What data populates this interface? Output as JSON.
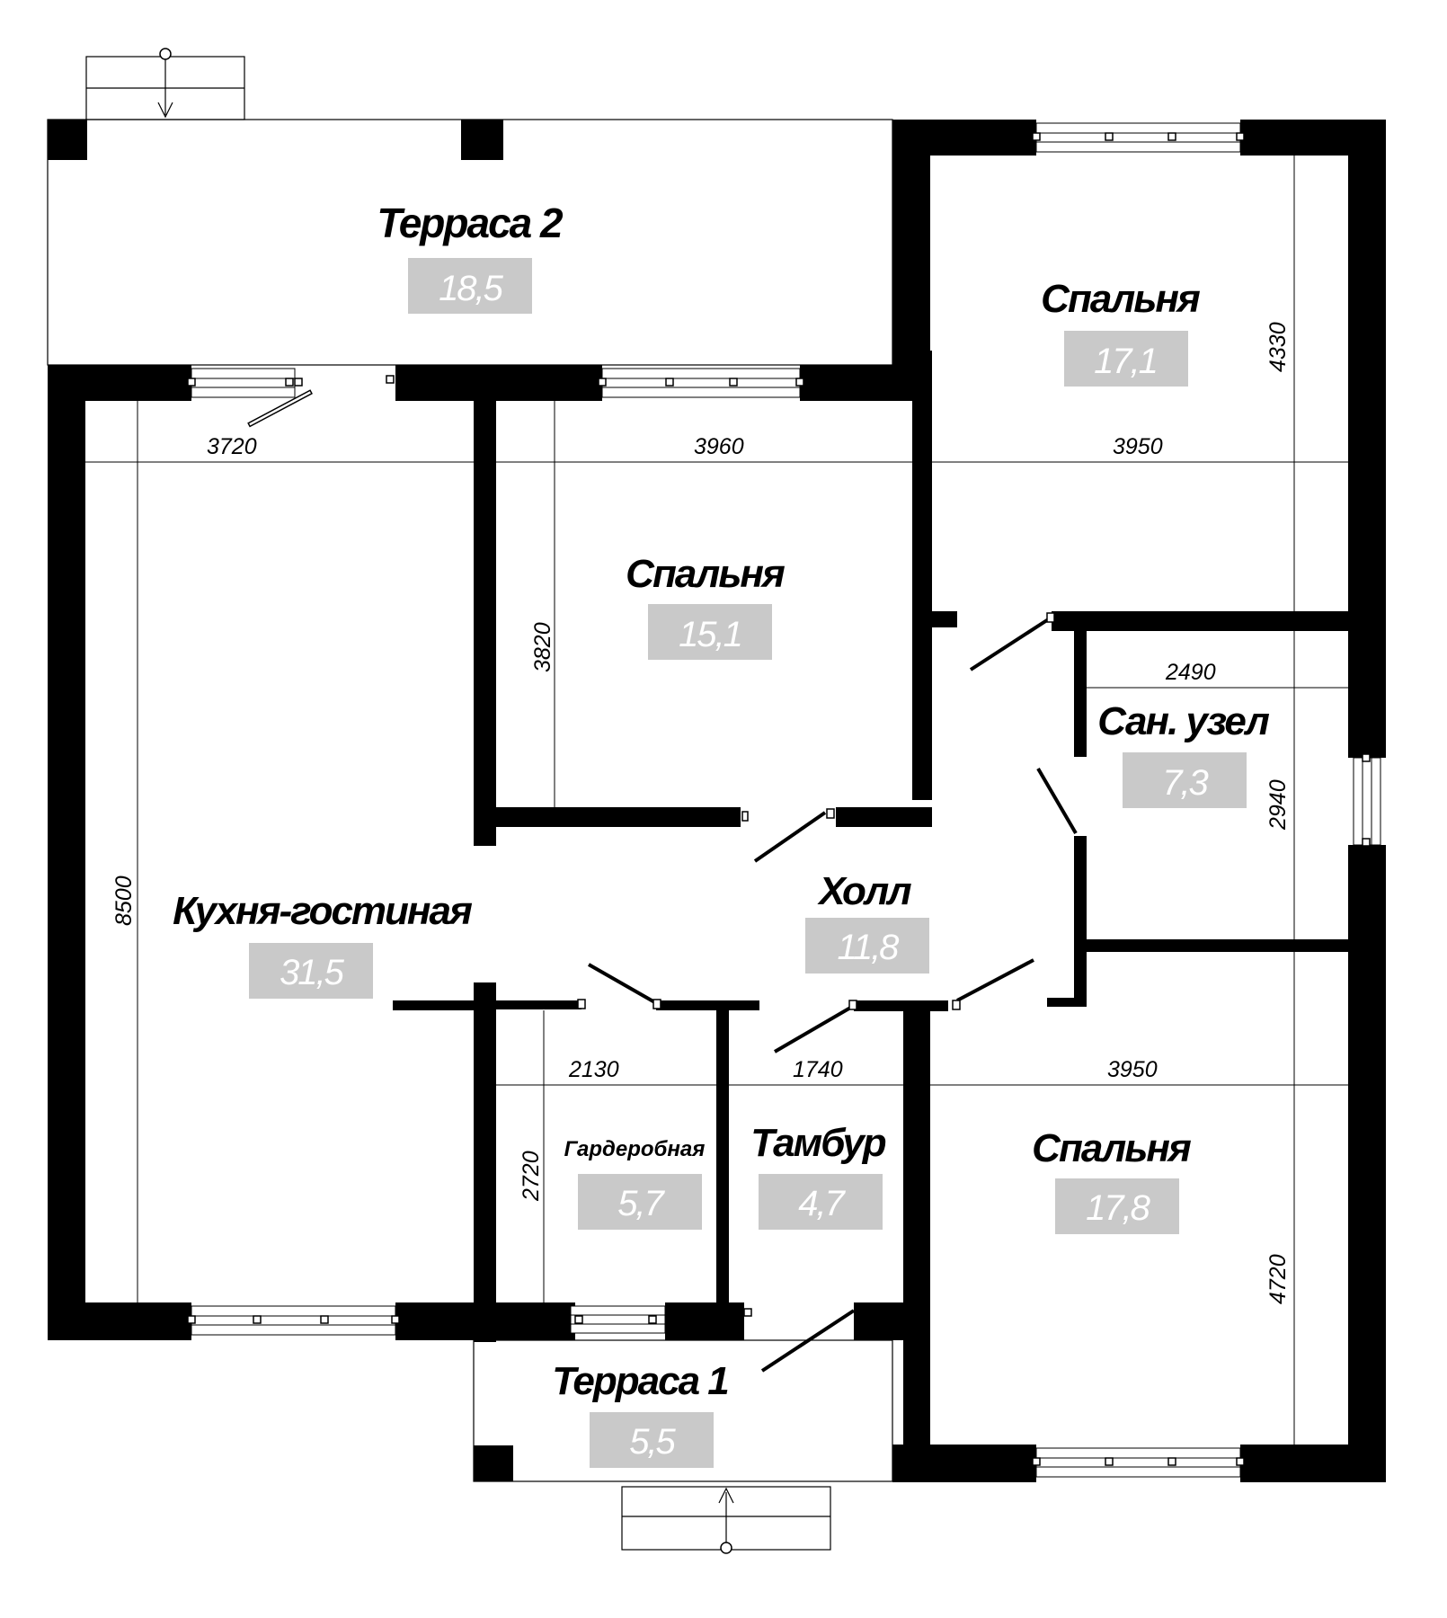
{
  "rooms": {
    "terrace2": {
      "name": "Терраса 2",
      "area": "18,5"
    },
    "bedroom_ne": {
      "name": "Спальня",
      "area": "17,1"
    },
    "bedroom_mid": {
      "name": "Спальня",
      "area": "15,1"
    },
    "bathroom": {
      "name": "Сан. узел",
      "area": "7,3"
    },
    "hall": {
      "name": "Холл",
      "area": "11,8"
    },
    "kitchen_living": {
      "name": "Кухня-гостиная",
      "area": "31,5"
    },
    "wardrobe": {
      "name": "Гардеробная",
      "area": "5,7"
    },
    "vestibule": {
      "name": "Тамбур",
      "area": "4,7"
    },
    "bedroom_se": {
      "name": "Спальня",
      "area": "17,8"
    },
    "terrace1": {
      "name": "Терраса 1",
      "area": "5,5"
    }
  },
  "dimensions": {
    "w_3720": "3720",
    "w_3960": "3960",
    "w_3950_top": "3950",
    "w_2490": "2490",
    "w_2130": "2130",
    "w_1740": "1740",
    "w_3950_bottom": "3950",
    "h_4330": "4330",
    "h_3820": "3820",
    "h_8500": "8500",
    "h_2940": "2940",
    "h_2720": "2720",
    "h_4720": "4720"
  },
  "colors": {
    "wall": "#000000",
    "area_label_bg": "#c9c9c9",
    "area_label_text": "#ffffff"
  }
}
